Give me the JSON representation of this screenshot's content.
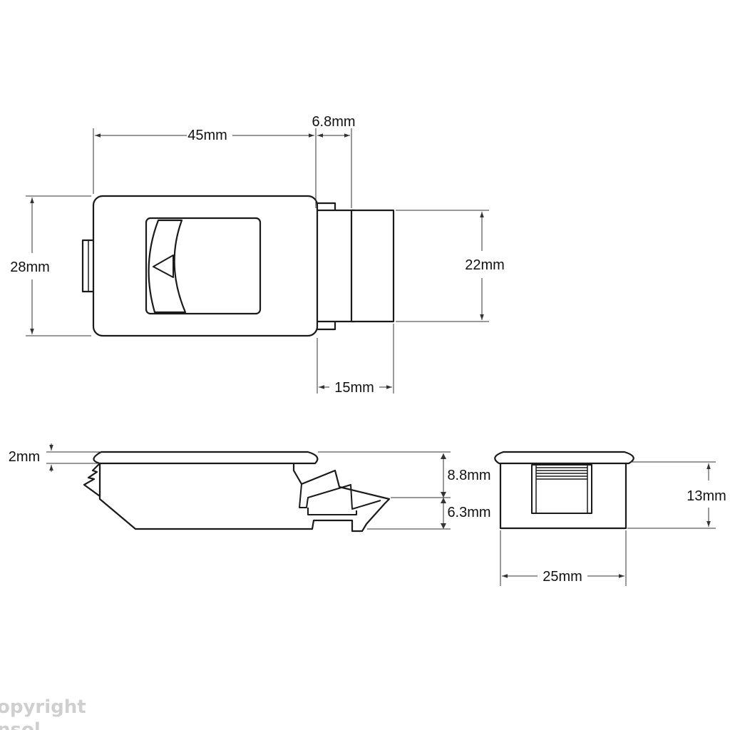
{
  "dimensions": {
    "top_body_length": "45mm",
    "top_bolt_offset": "6.8mm",
    "top_height": "28mm",
    "top_bolt_height": "22mm",
    "top_bolt_length": "15mm",
    "side_flange": "2mm",
    "side_upper_depth": "8.8mm",
    "side_lower_depth": "6.3mm",
    "end_depth": "13mm",
    "end_width": "25mm"
  },
  "watermark": {
    "line1": "opyright",
    "line2": "nsol"
  }
}
